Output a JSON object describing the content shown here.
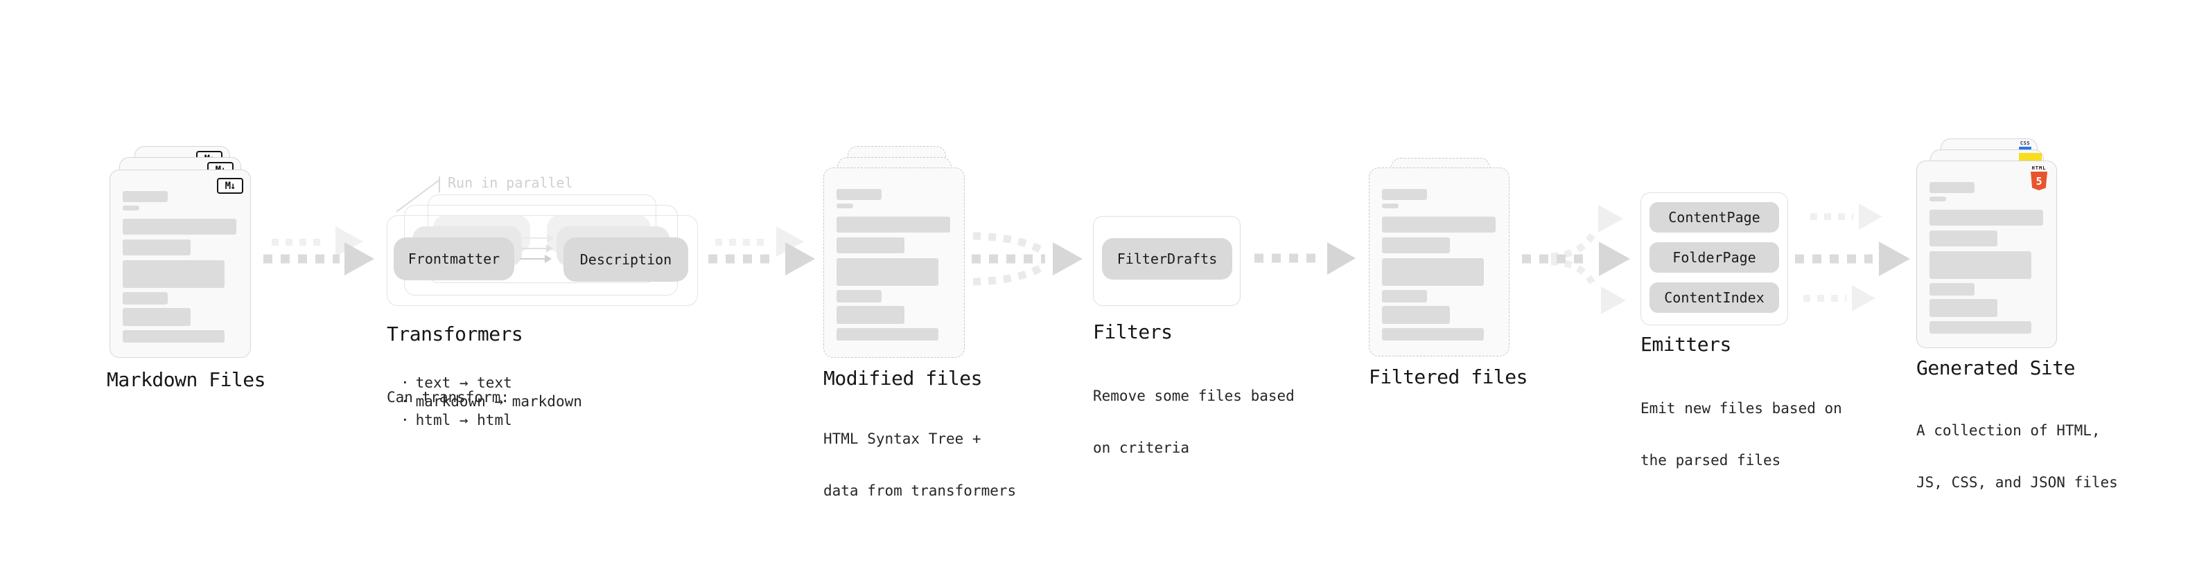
{
  "diagram": {
    "annotation": {
      "run_in_parallel": "Run in parallel"
    },
    "stages": [
      {
        "id": "markdown-files",
        "title": "Markdown Files",
        "badge": "M↓"
      },
      {
        "id": "transformers",
        "title": "Transformers",
        "desc_heading": "Can transform:",
        "bullet_char": "·",
        "bullets": [
          "text → text",
          "markdown → markdown",
          "html → html"
        ],
        "pills": [
          "Frontmatter",
          "Description"
        ]
      },
      {
        "id": "modified-files",
        "title": "Modified files",
        "desc_lines": [
          "HTML Syntax Tree +",
          "data from transformers"
        ]
      },
      {
        "id": "filters",
        "title": "Filters",
        "desc_lines": [
          "Remove some files based",
          "on criteria"
        ],
        "pills": [
          "FilterDrafts"
        ]
      },
      {
        "id": "filtered-files",
        "title": "Filtered files"
      },
      {
        "id": "emitters",
        "title": "Emitters",
        "desc_lines": [
          "Emit new files based on",
          "the parsed files"
        ],
        "pills": [
          "ContentPage",
          "FolderPage",
          "ContentIndex"
        ]
      },
      {
        "id": "generated-site",
        "title": "Generated Site",
        "desc_lines": [
          "A collection of HTML,",
          "JS, CSS, and JSON files"
        ],
        "badges": {
          "html_top": "HTML",
          "html_number": "5",
          "css": "CSS"
        }
      }
    ],
    "colors": {
      "html5_orange": "#e8542c",
      "js_yellow": "#f7dd1e",
      "css_blue": "#2d72f0",
      "arrow_gray": "#d7d7d7",
      "text": "#1a1a1a"
    }
  }
}
